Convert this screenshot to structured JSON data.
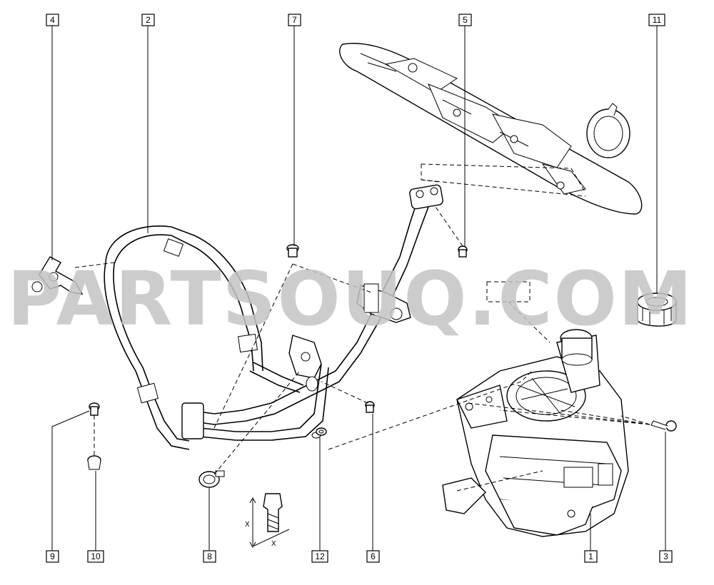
{
  "watermark": "PARTSOUQ.COM",
  "callouts": {
    "c4": "4",
    "c2": "2",
    "c7": "7",
    "c5": "5",
    "c11": "11",
    "c9": "9",
    "c10": "10",
    "c8": "8",
    "c12": "12",
    "c6": "6",
    "c1": "1",
    "c3": "3"
  },
  "dimension": {
    "label_vertical": "X",
    "label_horizontal": "X"
  },
  "colors": {
    "line": "#000000",
    "watermark": "#c4c4c4",
    "background": "#ffffff"
  }
}
